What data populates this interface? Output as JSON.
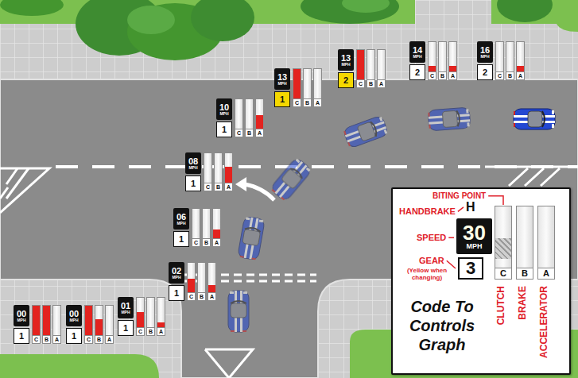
{
  "diagram": {
    "nodes": [
      {
        "text": [
          "00",
          "MPH",
          "1",
          "C",
          "B",
          "A"
        ]
      },
      {
        "text": [
          "00",
          "MPH",
          "1",
          "C",
          "B",
          "A"
        ]
      },
      {
        "text": [
          "01",
          "MPH",
          "1",
          "C",
          "B",
          "A"
        ]
      },
      {
        "text": [
          "02",
          "MPH",
          "1",
          "C",
          "B",
          "A"
        ]
      },
      {
        "text": [
          "06",
          "MPH",
          "1",
          "C",
          "B",
          "A"
        ]
      },
      {
        "text": [
          "08",
          "MPH",
          "1",
          "C",
          "B",
          "A"
        ]
      },
      {
        "text": [
          "10",
          "MPH",
          "1",
          "C",
          "B",
          "A"
        ]
      },
      {
        "text": [
          "13",
          "MPH",
          "1",
          "C",
          "B",
          "A"
        ]
      },
      {
        "text": [
          "13",
          "MPH",
          "2",
          "C",
          "B",
          "A"
        ]
      },
      {
        "text": [
          "14",
          "MPH",
          "2",
          "C",
          "B",
          "A"
        ]
      },
      {
        "text": [
          "16",
          "MPH",
          "2",
          "C",
          "B",
          "A"
        ]
      },
      {
        "text": [
          "BITING POINT",
          "HANDBRAKE",
          "SPEED",
          "GEAR",
          "(Yellow when changing)",
          "Code To Controls Graph",
          "CLUTCH",
          "BRAKE",
          "ACCELERATOR"
        ]
      },
      {
        "text": [
          "H",
          "30",
          "MPH",
          "3",
          "C",
          "B",
          "A"
        ],
        "in": 11
      }
    ]
  }
}
